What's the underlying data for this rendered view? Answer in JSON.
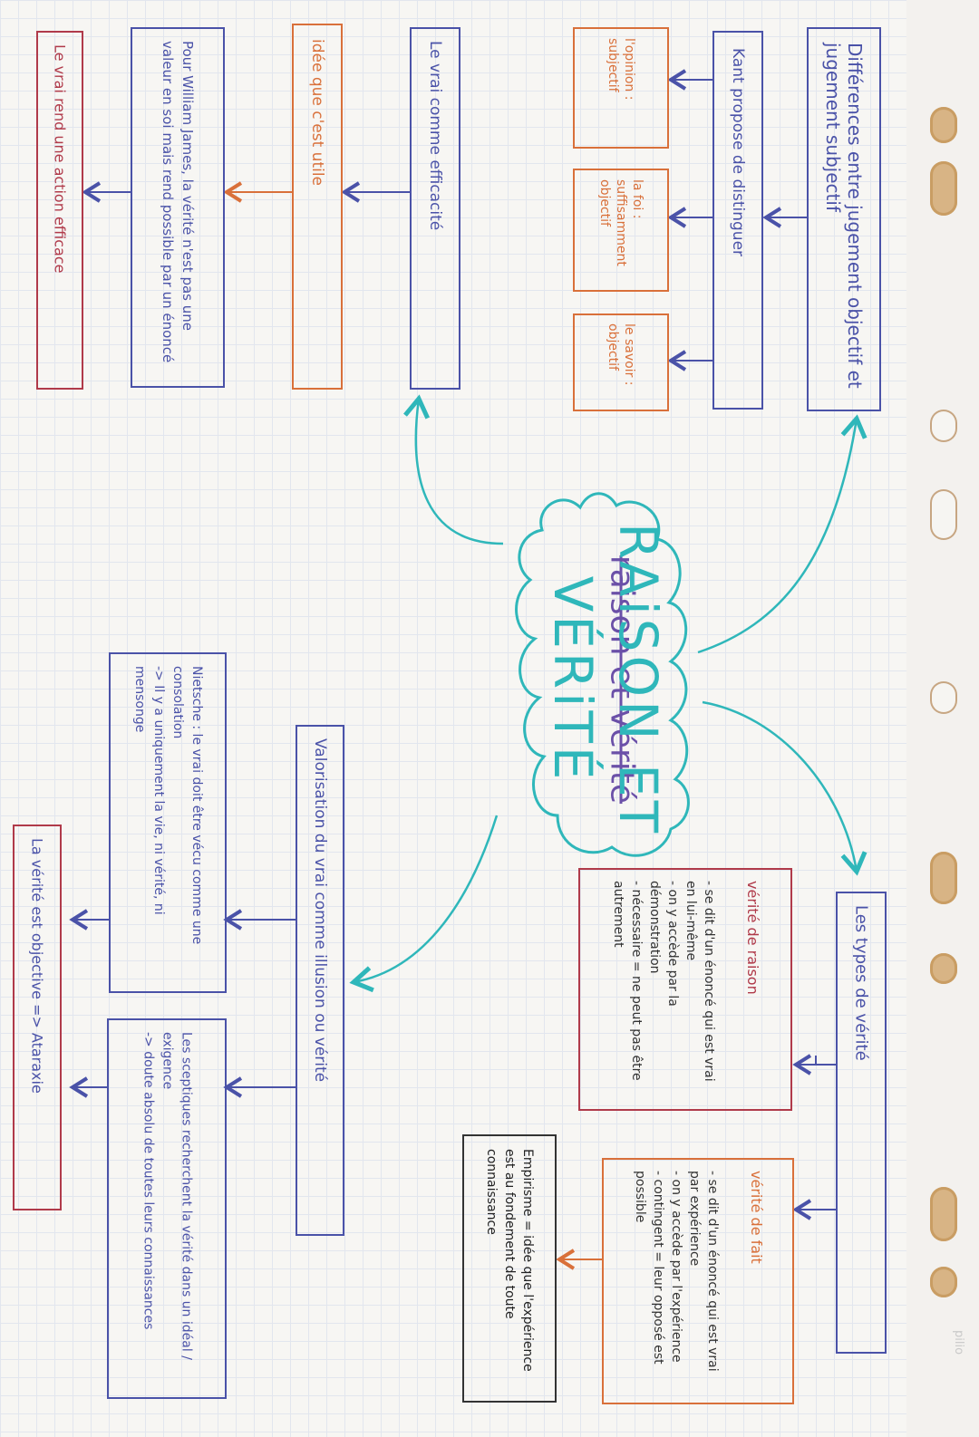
{
  "center": {
    "title": "RAiSON ET VÉRiTÉ",
    "annotation": "raison et vérité"
  },
  "nodes": {
    "differences": "Différences entre jugement objectif et jugement subjectif",
    "kant": "Kant propose de distinguer",
    "opinion": "l'opinion : subjectif",
    "foi": "la foi : suffisamment objectif",
    "savoir": "le savoir : objectif",
    "vrai_efficacite": "Le vrai comme efficacité",
    "idee_utile": "idée que c'est utile",
    "william_james": "Pour William James, la vérité n'est pas une valeur en soi mais rend possible par un énoncé",
    "vrai_action": "Le vrai rend une action efficace",
    "types_verite": "Les types de vérité",
    "verite_raison_title": "vérité de raison",
    "verite_raison_body": "- se dit d'un énoncé qui est vrai en lui-même\n- on y accède par la démonstration\n- nécessaire = ne peut pas être autrement",
    "verite_fait_title": "vérité de fait",
    "verite_fait_body": "- se dit d'un énoncé qui est vrai par expérience\n- on y accède par l'expérience\n- contingent = leur opposé est possible",
    "empirisme": "Empirisme = idée que l'expérience est au fondement de toute connaissance",
    "valorisation": "Valorisation du vrai comme illusion ou vérité",
    "nietzsche": "Nietsche : le vrai doit être vécu comme une consolation\n-> Il y a uniquement la vie, ni vérité, ni mensonge",
    "sceptiques": "Les sceptiques recherchent la vérité dans un idéal / exigence\n-> doute absolu de toutes leurs connaissances",
    "verite_objective": "La vérité est objective => Ataraxie"
  },
  "colors": {
    "teal": "#2fb7ba",
    "indigo": "#4a52a8",
    "orange": "#d9703a",
    "crimson": "#b03a4a",
    "dark": "#333333"
  },
  "brand": "pilio"
}
